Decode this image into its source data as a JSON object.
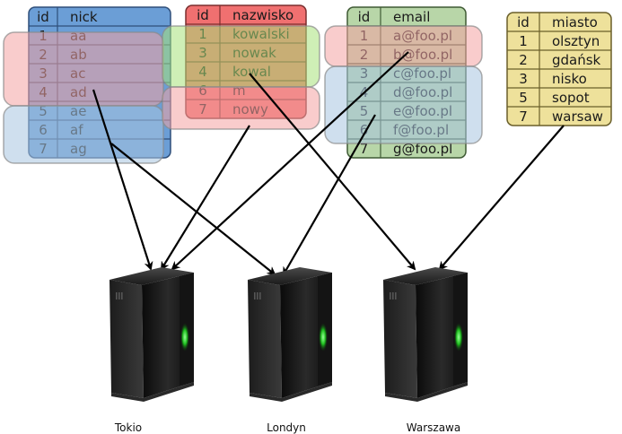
{
  "tables": [
    {
      "name": "nick-table",
      "color": "#6b9ed6",
      "border": "#2f4f7a",
      "header": [
        "id",
        "nick"
      ],
      "rows": [
        [
          "1",
          "aa"
        ],
        [
          "2",
          "ab"
        ],
        [
          "3",
          "ac"
        ],
        [
          "4",
          "ad"
        ],
        [
          "5",
          "ae"
        ],
        [
          "6",
          "af"
        ],
        [
          "7",
          "ag"
        ]
      ]
    },
    {
      "name": "nazwisko-table",
      "color": "#f07070",
      "border": "#7a2f2f",
      "header": [
        "id",
        "nazwisko"
      ],
      "rows": [
        [
          "1",
          "kowalski"
        ],
        [
          "3",
          "nowak"
        ],
        [
          "4",
          "kowal"
        ],
        [
          "6",
          "m"
        ],
        [
          "7",
          "nowy"
        ]
      ]
    },
    {
      "name": "email-table",
      "color": "#b8d6a8",
      "border": "#3f5a34",
      "header": [
        "id",
        "email"
      ],
      "rows": [
        [
          "1",
          "a@foo.pl"
        ],
        [
          "2",
          "b@foo.pl"
        ],
        [
          "3",
          "c@foo.pl"
        ],
        [
          "4",
          "d@foo.pl"
        ],
        [
          "5",
          "e@foo.pl"
        ],
        [
          "6",
          "f@foo.pl"
        ],
        [
          "7",
          "g@foo.pl"
        ]
      ]
    },
    {
      "name": "miasto-table",
      "color": "#eee19b",
      "border": "#6a5f2a",
      "header": [
        "id",
        "miasto"
      ],
      "rows": [
        [
          "1",
          "olsztyn"
        ],
        [
          "2",
          "gdańsk"
        ],
        [
          "3",
          "nisko"
        ],
        [
          "5",
          "sopot"
        ],
        [
          "7",
          "warsaw"
        ]
      ]
    }
  ],
  "highlights": {
    "red": "#f4a3a3",
    "blue": "#a8c4e0",
    "green": "#a8e27a"
  },
  "servers": [
    {
      "name": "server-tokio",
      "label": "Tokio"
    },
    {
      "name": "server-londyn",
      "label": "Londyn"
    },
    {
      "name": "server-warszawa",
      "label": "Warszawa"
    }
  ]
}
